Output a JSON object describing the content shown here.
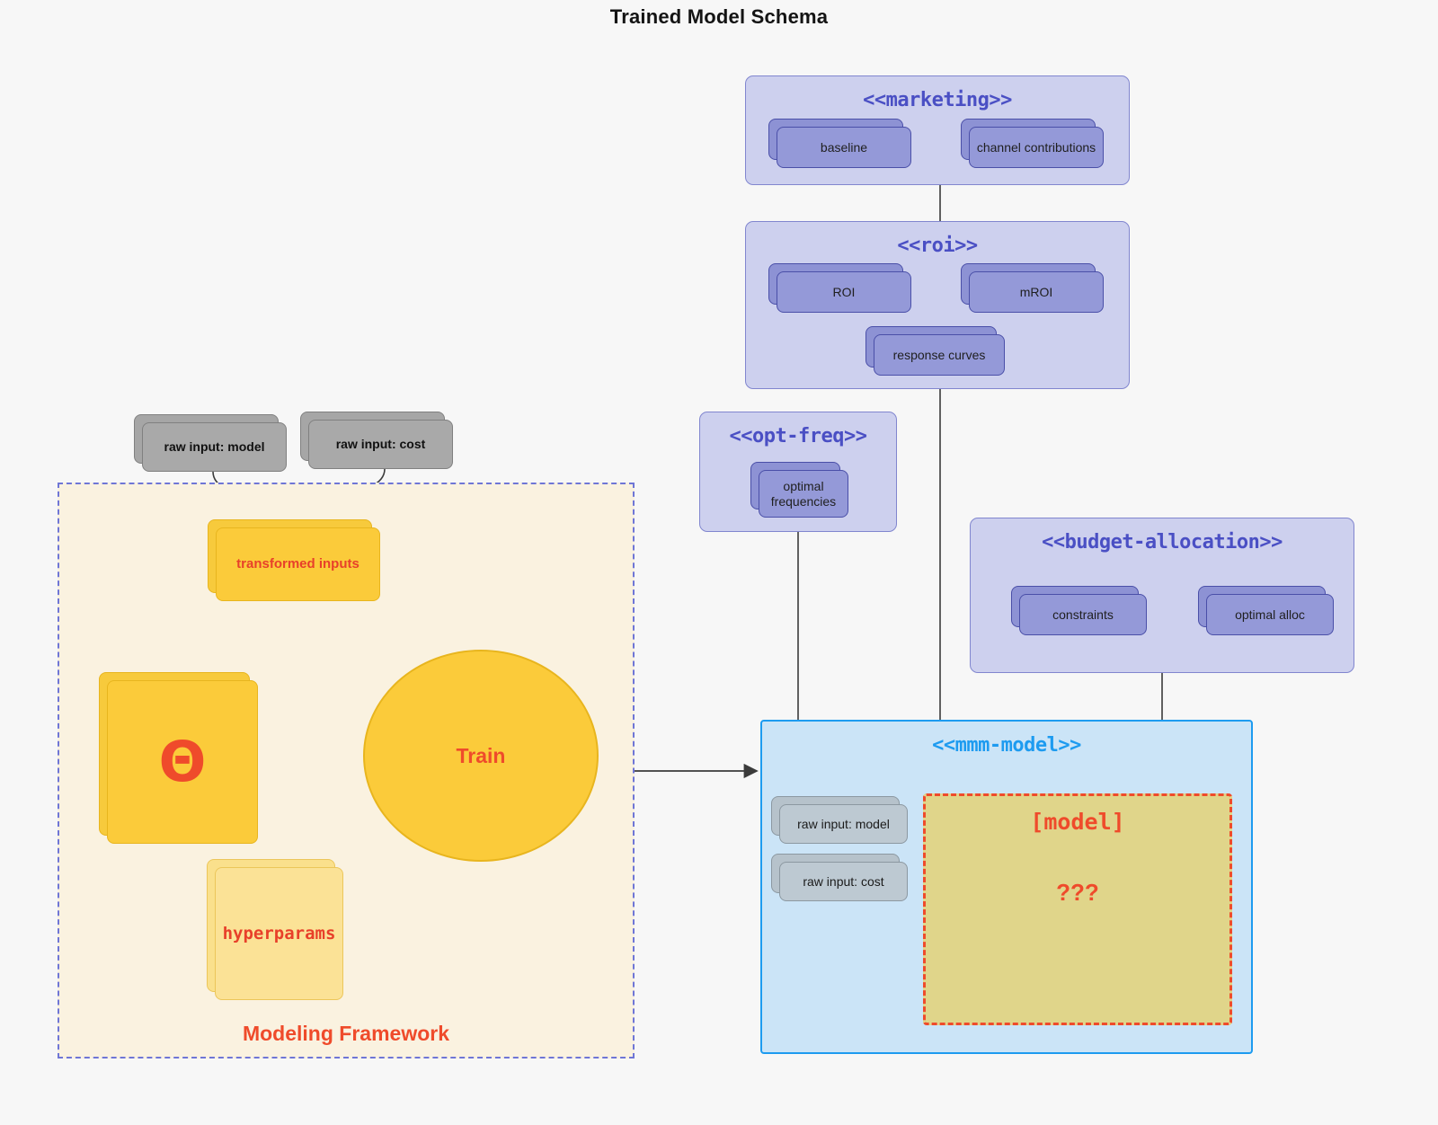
{
  "title": "Trained Model Schema",
  "packages": {
    "marketing": {
      "stereotype": "<<marketing>>",
      "nodes": [
        {
          "label": "baseline"
        },
        {
          "label": "channel contributions"
        }
      ]
    },
    "roi": {
      "stereotype": "<<roi>>",
      "nodes": [
        {
          "label": "ROI"
        },
        {
          "label": "mROI"
        },
        {
          "label": "response curves"
        }
      ]
    },
    "opt_freq": {
      "stereotype": "<<opt-freq>>",
      "nodes": [
        {
          "label": "optimal frequencies"
        }
      ]
    },
    "budget_allocation": {
      "stereotype": "<<budget-allocation>>",
      "nodes": [
        {
          "label": "constraints"
        },
        {
          "label": "optimal alloc"
        }
      ]
    },
    "mmm_model": {
      "stereotype": "<<mmm-model>>",
      "inputs": [
        {
          "label": "raw input: model"
        },
        {
          "label": "raw input: cost"
        }
      ],
      "model_box": {
        "title": "[model]",
        "unknown": "???"
      }
    }
  },
  "framework": {
    "label": "Modeling Framework",
    "raw_inputs": [
      {
        "label": "raw input: model"
      },
      {
        "label": "raw input: cost"
      }
    ],
    "transformed": {
      "label": "transformed inputs"
    },
    "theta": {
      "label": "Θ"
    },
    "hyperparams": {
      "label": "hyperparams"
    },
    "train": {
      "label": "Train"
    }
  },
  "colors": {
    "background": "#f7f7f7",
    "package_fill": "#cdd0ee",
    "package_border": "#8186cf",
    "package_title": "#4a4fc4",
    "node_fill": "#9499d8",
    "node_border": "#4a4fa8",
    "grey_fill": "#a9a9a9",
    "grey_border": "#808080",
    "grey_light_fill": "#bdc9d2",
    "yellow_fill": "#fbcb3a",
    "yellow_border": "#e8b51e",
    "yellow_soft_fill": "#fbe296",
    "accent_red": "#ef4b2b",
    "framework_fill": "#faf2e0",
    "framework_border": "#6f76d6",
    "mmm_fill": "#cbe4f7",
    "mmm_border": "#1d9bf0",
    "model_fill": "#e0d58a",
    "model_border": "#ef4b2b"
  }
}
